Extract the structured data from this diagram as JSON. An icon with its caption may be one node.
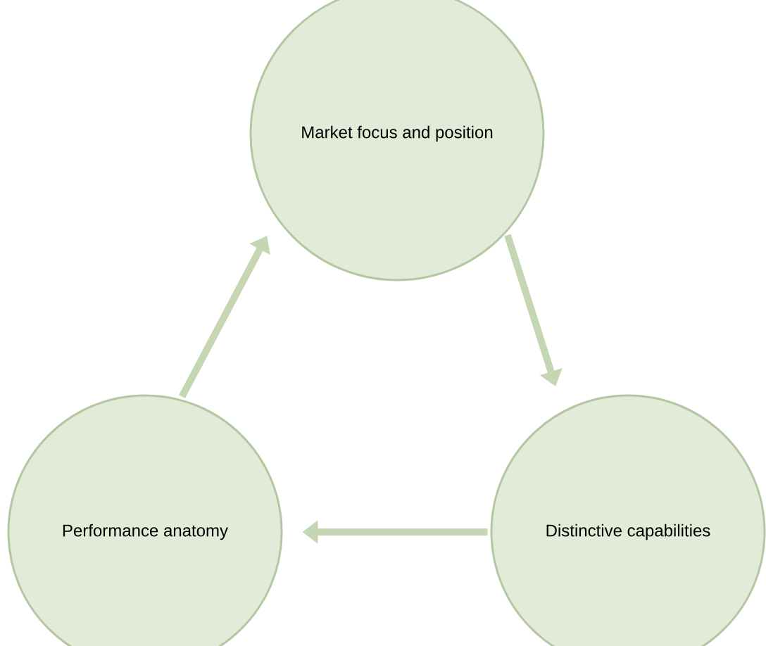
{
  "diagram": {
    "nodes": [
      {
        "text": [
          "Market focus and position"
        ]
      },
      {
        "text": [
          "Distinctive capabilities"
        ]
      },
      {
        "text": [
          "Performance anatomy"
        ]
      }
    ],
    "edges": [
      {
        "from": 0,
        "to": 1,
        "arrow": "to"
      },
      {
        "from": 1,
        "to": 2,
        "arrow": "to"
      },
      {
        "from": 2,
        "to": 0,
        "arrow": "to"
      }
    ]
  }
}
